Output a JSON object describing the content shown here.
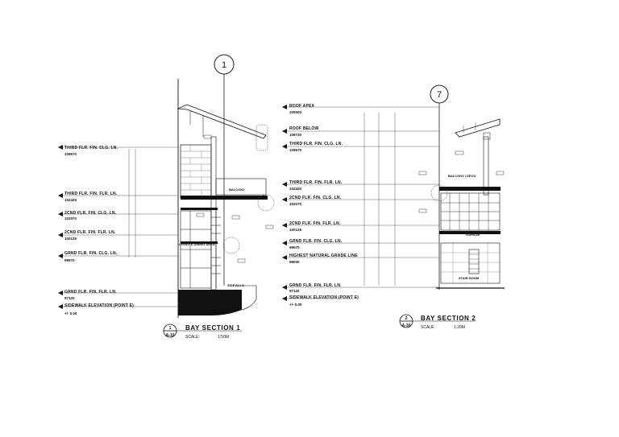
{
  "section1": {
    "grid_bubble": "1",
    "levels": [
      {
        "name": "THIRD FLR. FIN. CLG. LN.",
        "elev": "109570"
      },
      {
        "name": "THIRD FLR. FIN. FLR. LN.",
        "elev": "102420"
      },
      {
        "name": "2CND FLR. FIN. CLG. LN.",
        "elev": "102070"
      },
      {
        "name": "2CND FLR. FIN. FLR. LN.",
        "elev": "100125"
      },
      {
        "name": "GRND FLR. FIN. CLG. LN.",
        "elev": "99570"
      },
      {
        "name": "GRND FLR. FIN. FLR. LN.",
        "elev": "97120"
      },
      {
        "name": "SIDEWALK ELEVATION (POINT E)",
        "elev": "+/- 0.00"
      }
    ],
    "tags": {
      "balcony": "BALCONY",
      "living": "LIVING & DINING AREA",
      "sidewalk": "SIDEWALK"
    },
    "title": {
      "num": "1",
      "sheet": "A-10",
      "name": "BAY SECTION 1",
      "scale_label": "SCALE:",
      "scale_value": "1:50M"
    }
  },
  "section2": {
    "grid_bubble": "7",
    "levels": [
      {
        "name": "ROOF APEX",
        "elev": "100000"
      },
      {
        "name": "ROOF BELOW",
        "elev": "108720"
      },
      {
        "name": "THIRD FLR. FIN. CLG. LN.",
        "elev": "109570"
      },
      {
        "name": "THIRD FLR. FIN. FLR. LN.",
        "elev": "102420"
      },
      {
        "name": "2CND FLR. FIN. CLG. LN.",
        "elev": "102070"
      },
      {
        "name": "2CND FLR. FIN. FLR. LN.",
        "elev": "100125"
      },
      {
        "name": "GRND FLR. FIN. CLG. LN.",
        "elev": "99570"
      },
      {
        "name": "HIGHEST NATURAL GRADE LINE",
        "elev": "98000"
      },
      {
        "name": "GRND FLR. FIN. FLR. LN.",
        "elev": "97120"
      },
      {
        "name": "SIDEWALK ELEVATION (POINT E)",
        "elev": "+/- 0.00"
      }
    ],
    "tags": {
      "balcony": "BALCONY / DECK",
      "garage": "GARAGE",
      "stair": "STAIR ROOM"
    },
    "title": {
      "num": "2",
      "sheet": "A-30",
      "name": "BAY SECTION 2",
      "scale_label": "SCALE:",
      "scale_value": "1:20M"
    }
  }
}
